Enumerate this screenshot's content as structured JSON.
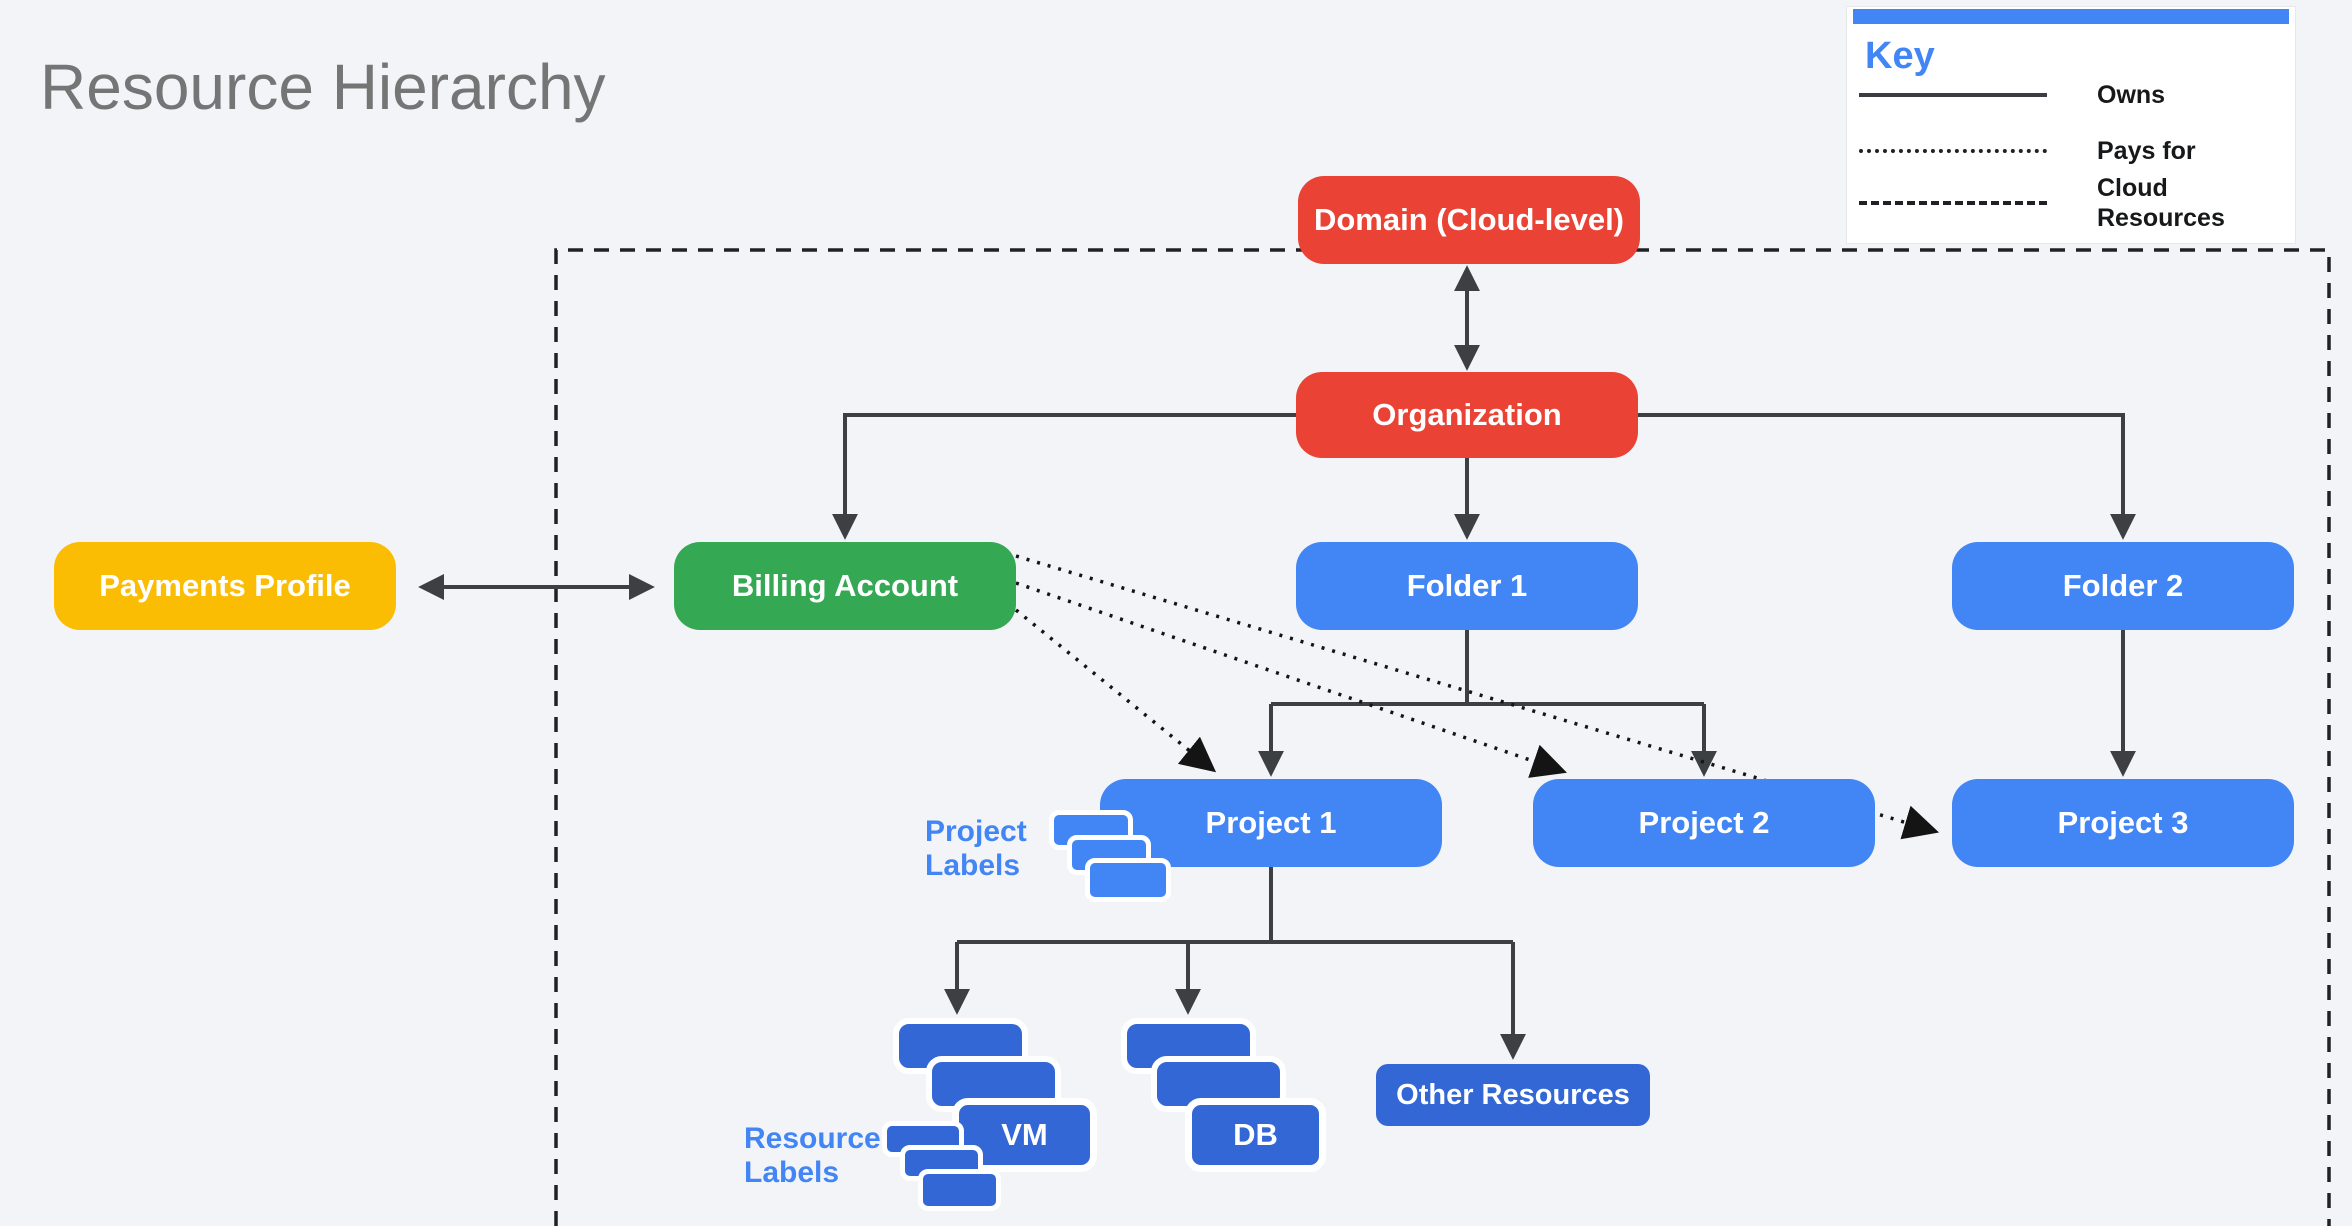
{
  "title": "Resource Hierarchy",
  "key": {
    "title": "Key",
    "items": [
      {
        "style": "solid",
        "label": "Owns"
      },
      {
        "style": "dotted",
        "label": "Pays for"
      },
      {
        "style": "dashed",
        "label": "Cloud Resources"
      }
    ]
  },
  "nodes": {
    "domain": {
      "label": "Domain (Cloud-level)",
      "color": "#EA4335"
    },
    "organization": {
      "label": "Organization",
      "color": "#EA4335"
    },
    "payments_profile": {
      "label": "Payments Profile",
      "color": "#FBBC04"
    },
    "billing_account": {
      "label": "Billing Account",
      "color": "#34A853"
    },
    "folder1": {
      "label": "Folder 1",
      "color": "#4285F4"
    },
    "folder2": {
      "label": "Folder 2",
      "color": "#4285F4"
    },
    "project1": {
      "label": "Project 1",
      "color": "#4285F4"
    },
    "project2": {
      "label": "Project 2",
      "color": "#4285F4"
    },
    "project3": {
      "label": "Project 3",
      "color": "#4285F4"
    },
    "vm": {
      "label": "VM",
      "color": "#3367D6"
    },
    "db": {
      "label": "DB",
      "color": "#3367D6"
    },
    "other_resources": {
      "label": "Other Resources",
      "color": "#3367D6"
    }
  },
  "annotations": {
    "project_labels": {
      "line1": "Project",
      "line2": "Labels"
    },
    "resource_labels": {
      "line1": "Resource",
      "line2": "Labels"
    }
  },
  "colors": {
    "background": "#F2F4F8",
    "red": "#EA4335",
    "green": "#34A853",
    "yellow": "#FBBC04",
    "blue": "#4285F4",
    "dark_blue": "#3367D6",
    "connector_gray": "#3C4043",
    "dotted_black": "#141414",
    "title_gray": "#757575",
    "label_blue": "#4285F4"
  }
}
